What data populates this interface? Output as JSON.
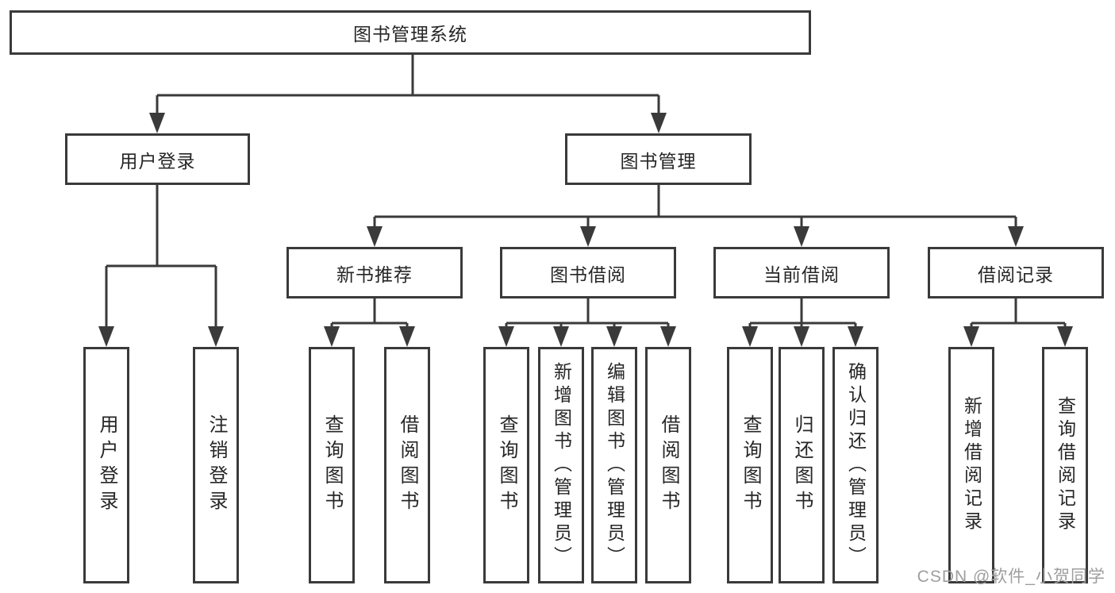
{
  "colors": {
    "line": "#3a3a3a",
    "text": "#262626",
    "watermark": "#9e9e9e",
    "canvas": "#ffffff"
  },
  "watermark": "CSDN @软件_小贺同学",
  "tree": {
    "root": {
      "label": "图书管理系统",
      "children": [
        {
          "label": "用户登录",
          "children": [
            {
              "label": "用户登录"
            },
            {
              "label": "注销登录"
            }
          ]
        },
        {
          "label": "图书管理",
          "children": [
            {
              "label": "新书推荐",
              "children": [
                {
                  "label": "查询图书"
                },
                {
                  "label": "借阅图书"
                }
              ]
            },
            {
              "label": "图书借阅",
              "children": [
                {
                  "label": "查询图书"
                },
                {
                  "label": "新增图书（管理员）"
                },
                {
                  "label": "编辑图书（管理员）"
                },
                {
                  "label": "借阅图书"
                }
              ]
            },
            {
              "label": "当前借阅",
              "children": [
                {
                  "label": "查询图书"
                },
                {
                  "label": "归还图书"
                },
                {
                  "label": "确认归还（管理员）"
                }
              ]
            },
            {
              "label": "借阅记录",
              "children": [
                {
                  "label": "新增借阅记录"
                },
                {
                  "label": "查询借阅记录"
                }
              ]
            }
          ]
        }
      ]
    }
  }
}
